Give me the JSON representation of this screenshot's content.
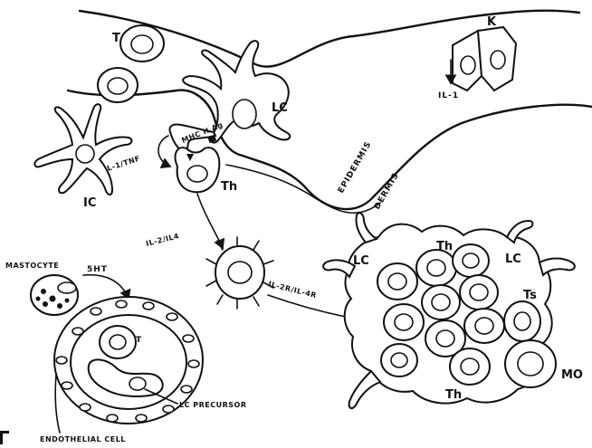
{
  "labels": {
    "t_top": "T",
    "k": "K",
    "il1_k": "IL-1",
    "lc_top": "LC",
    "mhc": "MHC II Ag",
    "il1_tnf": "IL-1/TNF",
    "th_top": "Th",
    "epidermis": "EPIDERMIS",
    "dermis": "DERMIS",
    "ic": "IC",
    "il2_il4": "IL-2/IL4",
    "il2r_il4r": "IL-2R/IL-4R",
    "mastocyte": "MASTOCYTE",
    "sht": "5HT",
    "t_vessel": "T",
    "lc_precursor": "LC PRECURSOR",
    "endothelial": "ENDOTHELIAL CELL",
    "lc_cluster_left": "LC",
    "th_cluster_top": "Th",
    "lc_cluster_right": "LC",
    "ts": "Ts",
    "mo": "MO",
    "th_cluster_bottom": "Th"
  }
}
